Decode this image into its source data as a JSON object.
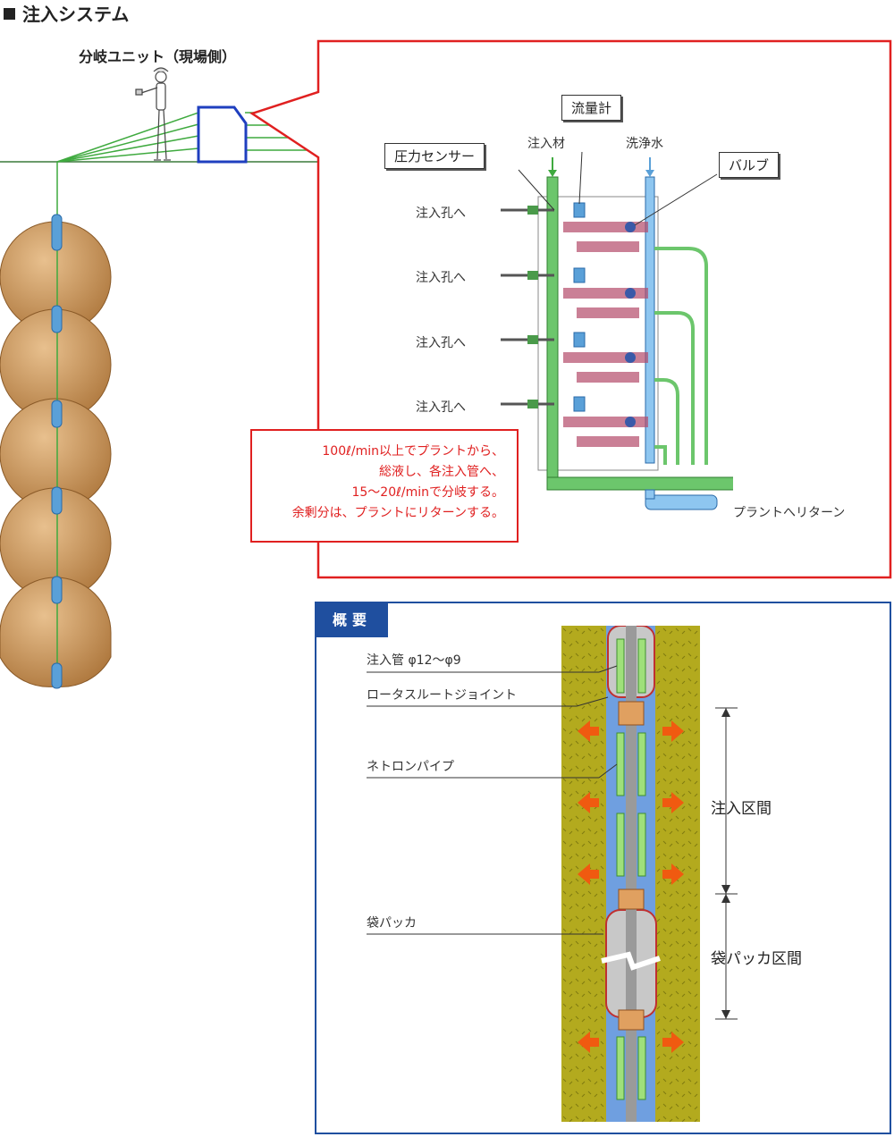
{
  "title": "注入システム",
  "unit_label": "分岐ユニット（現場側）",
  "upper": {
    "callouts": {
      "flowmeter": "流量計",
      "pressure_sensor": "圧力センサー",
      "valve": "バルブ"
    },
    "inputs": {
      "grout": "注入材",
      "wash_water": "洗浄水"
    },
    "to_holes": [
      "注入孔へ",
      "注入孔へ",
      "注入孔へ",
      "注入孔へ"
    ],
    "return_label": "プラントへリターン",
    "note_lines": [
      "100ℓ/min以上でプラントから、",
      "総液し、各注入管へ、",
      "15～20ℓ/minで分岐する。",
      "余剰分は、プラントにリターンする。"
    ]
  },
  "overview": {
    "tag": "概要",
    "labels": {
      "pipe": "注入管 φ12～φ9",
      "rotary_joint": "ロータスルートジョイント",
      "netron": "ネトロンパイプ",
      "packer": "袋パッカ"
    },
    "sections": {
      "injection": "注入区間",
      "packer": "袋パッカ区間"
    }
  },
  "colors": {
    "red_frame": "#e02020",
    "blue_frame": "#1f4f9f",
    "green_pipe": "#3faa3f",
    "blue_pipe": "#5aa0d8",
    "bulb": "#c9955a",
    "soil": "#b3aa1e"
  }
}
